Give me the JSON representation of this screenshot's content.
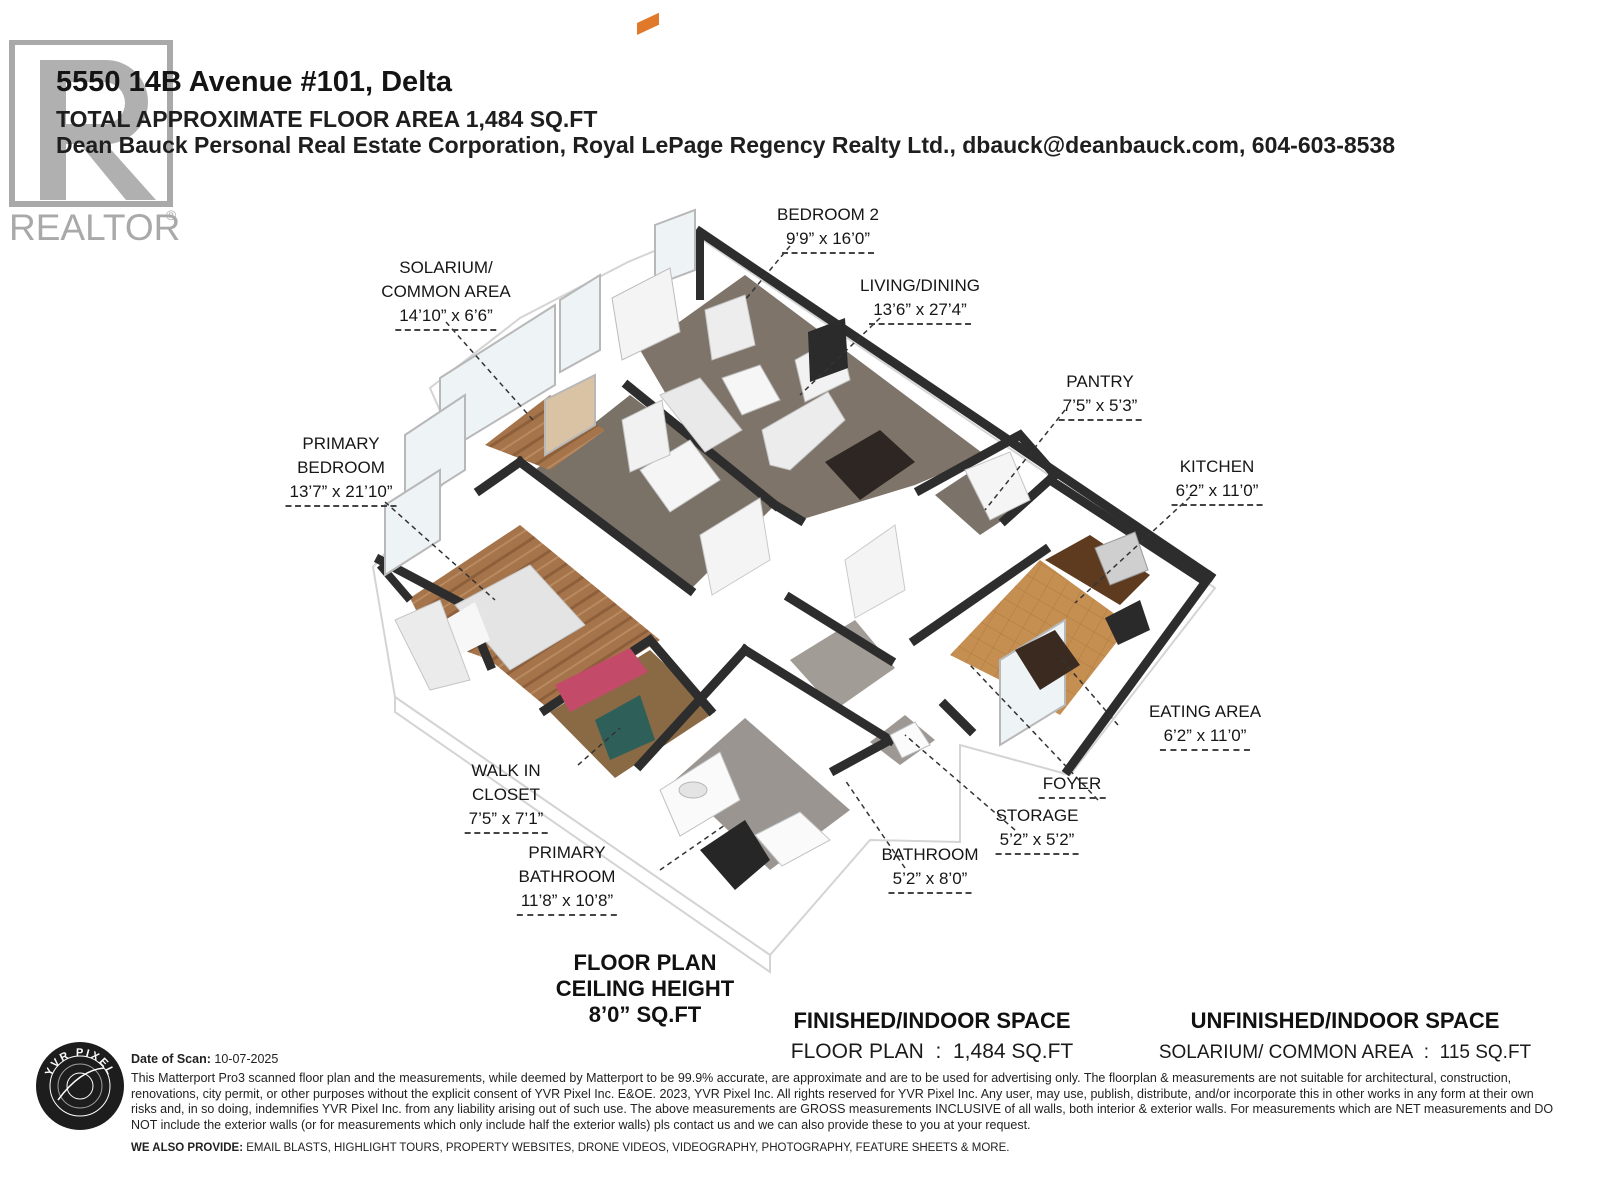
{
  "header": {
    "address": "5550 14B Avenue #101, Delta",
    "total_area": "TOTAL APPROXIMATE FLOOR AREA 1,484 SQ.FT",
    "agent_line": "Dean Bauck Personal Real Estate Corporation, Royal LePage Regency Realty Ltd., dbauck@deanbauck.com, 604-603-8538"
  },
  "watermark": {
    "text": "REALTOR",
    "mark": "®"
  },
  "rooms": [
    {
      "id": "bedroom2",
      "name": [
        "BEDROOM 2"
      ],
      "dims": "9’9” x 16’0”"
    },
    {
      "id": "solarium",
      "name": [
        "SOLARIUM/",
        "COMMON AREA"
      ],
      "dims": "14’10” x 6’6”"
    },
    {
      "id": "living",
      "name": [
        "LIVING/DINING"
      ],
      "dims": "13’6” x 27’4”"
    },
    {
      "id": "pantry",
      "name": [
        "PANTRY"
      ],
      "dims": "7’5” x 5’3”"
    },
    {
      "id": "primary-bedroom",
      "name": [
        "PRIMARY",
        "BEDROOM"
      ],
      "dims": "13’7” x 21’10”"
    },
    {
      "id": "kitchen",
      "name": [
        "KITCHEN"
      ],
      "dims": "6’2” x 11’0”"
    },
    {
      "id": "eating",
      "name": [
        "EATING AREA"
      ],
      "dims": "6’2” x 11’0”"
    },
    {
      "id": "walkin",
      "name": [
        "WALK IN",
        "CLOSET"
      ],
      "dims": "7’5” x 7’1”"
    },
    {
      "id": "foyer",
      "name": [
        "FOYER"
      ],
      "dims": ""
    },
    {
      "id": "storage",
      "name": [
        "STORAGE"
      ],
      "dims": "5’2” x 5’2”"
    },
    {
      "id": "primary-bath",
      "name": [
        "PRIMARY",
        "BATHROOM"
      ],
      "dims": "11’8” x 10’8”"
    },
    {
      "id": "bathroom",
      "name": [
        "BATHROOM"
      ],
      "dims": "5’2” x 8’0”"
    }
  ],
  "plan_caption": {
    "line1": "FLOOR PLAN",
    "line2": "CEILING HEIGHT",
    "line3": "8’0” SQ.FT"
  },
  "finished": {
    "title": "FINISHED/INDOOR SPACE",
    "label": "FLOOR PLAN",
    "value": "1,484 SQ.FT"
  },
  "unfinished": {
    "title": "UNFINISHED/INDOOR SPACE",
    "label": "SOLARIUM/ COMMON AREA",
    "value": "115 SQ.FT"
  },
  "footer": {
    "scan_label": "Date of Scan:",
    "scan_date": "10-07-2025",
    "disclaimer": "This Matterport Pro3 scanned floor plan and the measurements, while deemed by Matterport to be 99.9% accurate, are approximate and are to be used for advertising only. The floorplan & measurements are not suitable for architectural, construction, renovations, city permit, or other purposes without the explicit consent of YVR Pixel Inc. E&OE. 2023, YVR Pixel Inc. All rights reserved for YVR Pixel Inc. Any user, may use, publish, distribute, and/or incorporate this in other works in any form at their own risks and, in so doing, indemnifies YVR Pixel Inc. from any liability arising out of such use. The above measurements are GROSS measurements INCLUSIVE of all walls, both interior & exterior walls. For measurements which are NET measurements and DO NOT include the exterior walls (or for measurements which only include half the exterior walls) pls contact us and we can also provide these to you at your request.",
    "provide_label": "WE ALSO PROVIDE:",
    "provide_text": "EMAIL BLASTS, HIGHLIGHT TOURS, PROPERTY WEBSITES, DRONE VIDEOS, VIDEOGRAPHY, PHOTOGRAPHY, FEATURE SHEETS & MORE.",
    "logo_text": "YVR PIXEL"
  }
}
